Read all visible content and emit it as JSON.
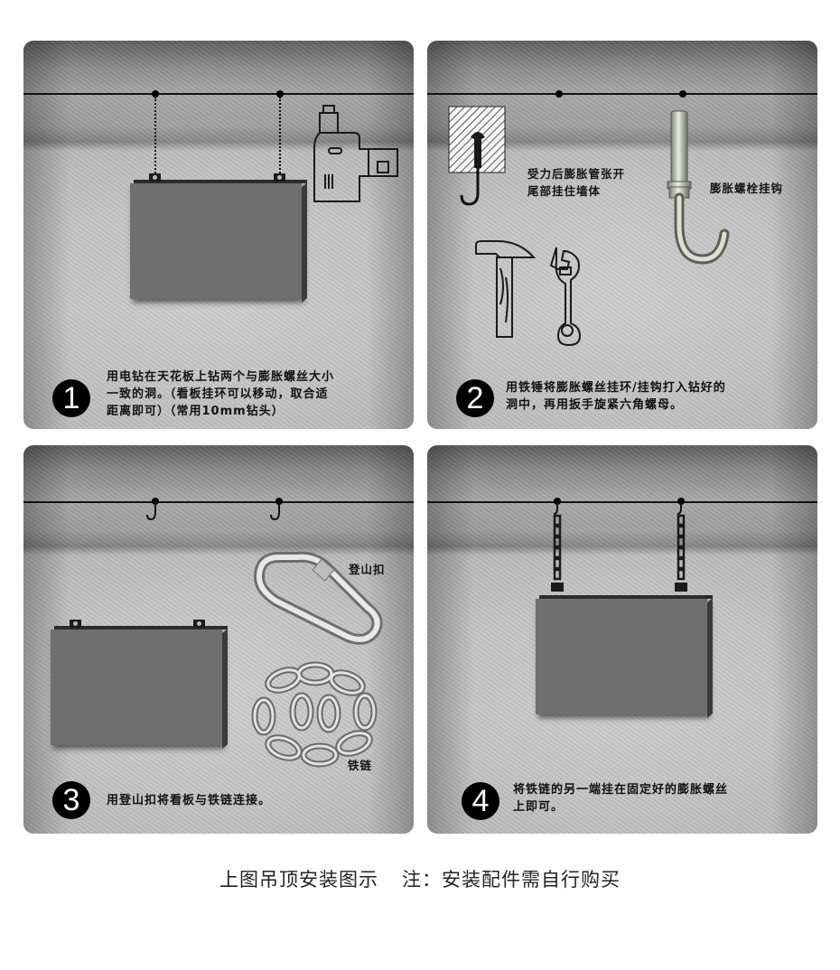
{
  "steps": [
    {
      "number": "1",
      "text_lines": [
        "用电钻在天花板上钻两个与膨胀螺丝大小",
        "一致的洞。（看板挂环可以移动，取合适",
        "距离即可）（常用10mm钻头）"
      ],
      "illustrations": [
        "ceiling-rail",
        "dotted-drill-guides",
        "hanging-sign-board",
        "electric-drill-icon"
      ]
    },
    {
      "number": "2",
      "text_lines": [
        "用铁锤将膨胀螺丝挂环/挂钩打入钻好的",
        "洞中，再用扳手旋紧六角螺母。"
      ],
      "labels": {
        "expansion_note_line1": "受力后膨胀管张开",
        "expansion_note_line2": "尾部挂住墙体",
        "hook_bolt": "膨胀螺栓挂钩"
      },
      "illustrations": [
        "ceiling-rail",
        "wall-cross-section-icon",
        "hammer-icon",
        "wrench-icon",
        "expansion-hook-bolt"
      ]
    },
    {
      "number": "3",
      "text_lines": [
        "用登山扣将看板与铁链连接。"
      ],
      "labels": {
        "carabiner": "登山扣",
        "chain": "铁链"
      },
      "illustrations": [
        "ceiling-rail",
        "ceiling-hooks",
        "sign-board",
        "carabiner-icon",
        "chain-icon"
      ]
    },
    {
      "number": "4",
      "text_lines": [
        "将铁链的另一端挂在固定好的膨胀螺丝",
        "上即可。"
      ],
      "illustrations": [
        "ceiling-rail",
        "hanging-chains",
        "hanging-sign-board"
      ]
    }
  ],
  "caption": {
    "title": "上图吊顶安装图示",
    "note": "注：安装配件需自行购买"
  },
  "colors": {
    "page_bg": "#ffffff",
    "panel_wall": "#c2c2c2",
    "sign_face": "#6f6f6f",
    "number_badge": "#000000",
    "text": "#111111"
  }
}
